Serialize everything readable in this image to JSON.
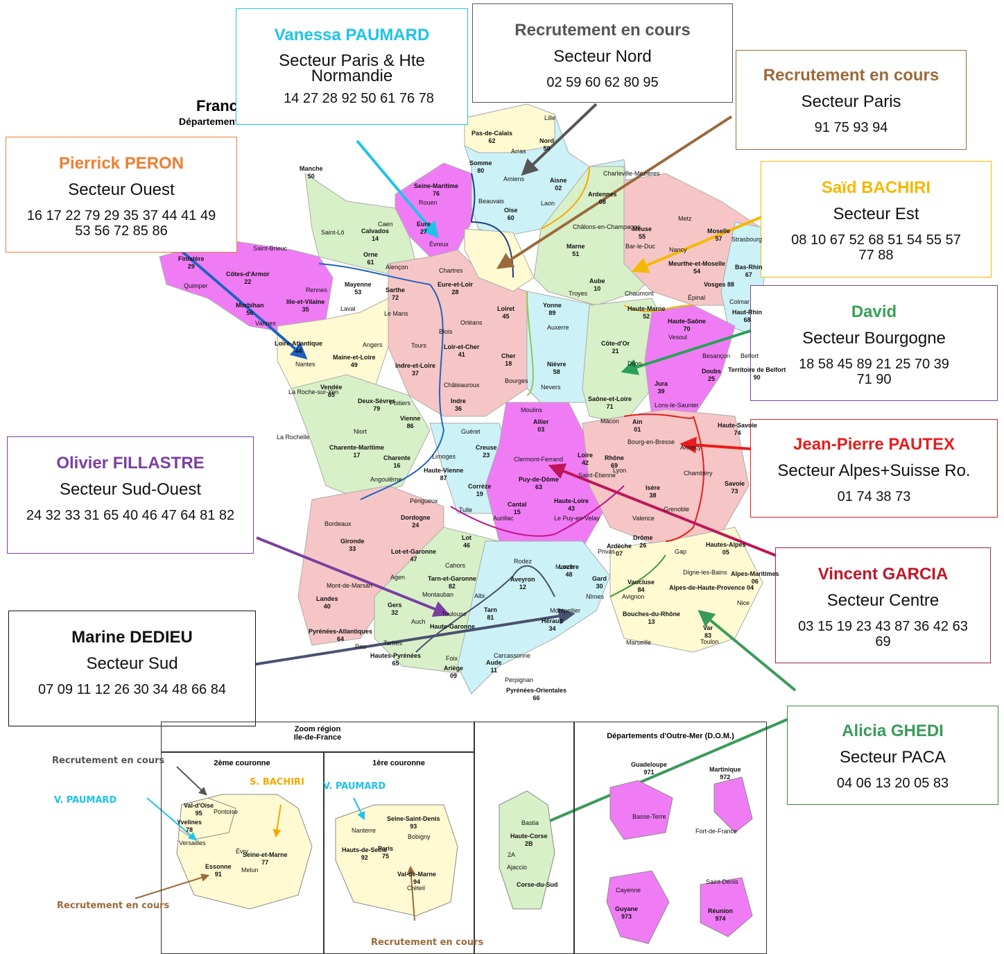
{
  "map_title": "France",
  "map_subtitle": "Départements",
  "boxes": {
    "vanessa": {
      "name": "Vanessa PAUMARD",
      "sector": "Secteur Paris & Hte Normandie",
      "codes": "14 27 28 92 50 61 76 78",
      "color": "#1ec3ea"
    },
    "nord": {
      "name": "Recrutement en cours",
      "sector": "Secteur Nord",
      "codes": "02 59 60 62 80 95",
      "color": "#555555"
    },
    "paris": {
      "name": "Recrutement en cours",
      "sector": "Secteur Paris",
      "codes": "91 75 93 94",
      "color": "#9a6a3c"
    },
    "pierrick": {
      "name": "Pierrick PERON",
      "sector": "Secteur Ouest",
      "codes": "16 17 22 79 29 35 37 44 41 49 53 56 72 85 86",
      "color": "#ef7d31"
    },
    "said": {
      "name": "Saïd BACHIRI",
      "sector": "Secteur Est",
      "codes": "08 10 67 52 68 51 54 55 57 77 88",
      "color": "#f5b800"
    },
    "david": {
      "name": "David",
      "sector": "Secteur Bourgogne",
      "codes": "18 58 45 89 21 25 70 39 71 90",
      "color": "#3aa05a"
    },
    "jp": {
      "name": "Jean-Pierre PAUTEX",
      "sector": "Secteur Alpes+Suisse Ro.",
      "codes": "01 74 38 73",
      "color": "#e81c1c"
    },
    "olivier": {
      "name": "Olivier FILLASTRE",
      "sector": "Secteur Sud-Ouest",
      "codes": "24 32 33 31 65 40 46 47 64 81 82",
      "color": "#7a3fa0"
    },
    "vincent": {
      "name": "Vincent GARCIA",
      "sector": "Secteur Centre",
      "codes": "03 15 19 23 43 87 36 42 63 69",
      "color": "#c0152a"
    },
    "marine": {
      "name": "Marine DEDIEU",
      "sector": "Secteur Sud",
      "codes": "07 09 11 12 26 30 34 48 66 84",
      "color": "#111111"
    },
    "alicia": {
      "name": "Alicia GHEDI",
      "sector": "Secteur PACA",
      "codes": "04 06 13 20 05 83",
      "color": "#3a9a5a"
    }
  },
  "insets": {
    "idf_title": "Zoom région\nIle-de-France",
    "couronne2": "2ème couronne",
    "couronne1": "1ère couronne",
    "dom_title": "Départements d'Outre-Mer (D.O.M.)",
    "annot_recrut1": "Recrutement en cours",
    "annot_vpaumard1": "V. PAUMARD",
    "annot_sbachiri": "S. BACHIRI",
    "annot_vpaumard2": "V. PAUMARD",
    "annot_recrut2": "Recrutement en cours",
    "annot_recrut3": "Recrutement en cours"
  },
  "departments": [
    {
      "label": "Pas-de-Calais\n62"
    },
    {
      "label": "Nord\n59"
    },
    {
      "label": "Somme\n80"
    },
    {
      "label": "Aisne\n02"
    },
    {
      "label": "Ardennes\n08"
    },
    {
      "label": "Oise\n60"
    },
    {
      "label": "Seine-Maritime\n76"
    },
    {
      "label": "Manche\n50"
    },
    {
      "label": "Calvados\n14"
    },
    {
      "label": "Orne\n61"
    },
    {
      "label": "Eure\n27"
    },
    {
      "label": "Marne\n51"
    },
    {
      "label": "Meuse\n55"
    },
    {
      "label": "Moselle\n57"
    },
    {
      "label": "Bas-Rhin\n67"
    },
    {
      "label": "Finistère\n29"
    },
    {
      "label": "Côtes-d'Armor\n22"
    },
    {
      "label": "Ille-et-Vilaine\n35"
    },
    {
      "label": "Morbihan\n56"
    },
    {
      "label": "Mayenne\n53"
    },
    {
      "label": "Sarthe\n72"
    },
    {
      "label": "Eure-et-Loir\n28"
    },
    {
      "label": "Aube\n10"
    },
    {
      "label": "Meurthe-et-Moselle\n54"
    },
    {
      "label": "Vosges 88"
    },
    {
      "label": "Haut-Rhin\n68"
    },
    {
      "label": "Loiret\n45"
    },
    {
      "label": "Yonne\n89"
    },
    {
      "label": "Haute-Marne\n52"
    },
    {
      "label": "Haute-Saône\n70"
    },
    {
      "label": "Loire-Atlantique\n44"
    },
    {
      "label": "Maine-et-Loire\n49"
    },
    {
      "label": "Loir-et-Cher\n41"
    },
    {
      "label": "Cher\n18"
    },
    {
      "label": "Côte-d'Or\n21"
    },
    {
      "label": "Doubs\n25"
    },
    {
      "label": "Indre-et-Loire\n37"
    },
    {
      "label": "Nièvre\n58"
    },
    {
      "label": "Territoire de Belfort\n90"
    },
    {
      "label": "Vendée\n85"
    },
    {
      "label": "Deux-Sèvres\n79"
    },
    {
      "label": "Vienne\n86"
    },
    {
      "label": "Indre\n36"
    },
    {
      "label": "Jura\n39"
    },
    {
      "label": "Saône-et-Loire\n71"
    },
    {
      "label": "Allier\n03"
    },
    {
      "label": "Ain\n01"
    },
    {
      "label": "Haute-Savoie\n74"
    },
    {
      "label": "Charente-Maritime\n17"
    },
    {
      "label": "Charente\n16"
    },
    {
      "label": "Creuse\n23"
    },
    {
      "label": "Haute-Vienne\n87"
    },
    {
      "label": "Loire\n42"
    },
    {
      "label": "Rhône\n69"
    },
    {
      "label": "Puy-de-Dôme\n63"
    },
    {
      "label": "Savoie\n73"
    },
    {
      "label": "Isère\n38"
    },
    {
      "label": "Corrèze\n19"
    },
    {
      "label": "Dordogne\n24"
    },
    {
      "label": "Cantal\n15"
    },
    {
      "label": "Haute-Loire\n43"
    },
    {
      "label": "Gironde\n33"
    },
    {
      "label": "Lot\n46"
    },
    {
      "label": "Ardèche\n07"
    },
    {
      "label": "Drôme\n26"
    },
    {
      "label": "Hautes-Alpes\n05"
    },
    {
      "label": "Lot-et-Garonne\n47"
    },
    {
      "label": "Aveyron\n12"
    },
    {
      "label": "Lozère\n48"
    },
    {
      "label": "Tarn-et-Garonne\n82"
    },
    {
      "label": "Gard\n30"
    },
    {
      "label": "Vaucluse\n84"
    },
    {
      "label": "Alpes-de-Haute-Provence 04"
    },
    {
      "label": "Alpes-Maritimes\n06"
    },
    {
      "label": "Landes\n40"
    },
    {
      "label": "Gers\n32"
    },
    {
      "label": "Tarn\n81"
    },
    {
      "label": "Haute-Garonne"
    },
    {
      "label": "Hérault\n34"
    },
    {
      "label": "Bouches-du-Rhône\n13"
    },
    {
      "label": "Var\n83"
    },
    {
      "label": "Pyrénées-Atlantiques\n64"
    },
    {
      "label": "Hautes-Pyrénées\n65"
    },
    {
      "label": "Ariège\n09"
    },
    {
      "label": "Aude\n11"
    },
    {
      "label": "Pyrénées-Orientales\n66"
    },
    {
      "label": "Haute-Corse\n2B"
    },
    {
      "label": "Corse-du-Sud"
    },
    {
      "label": "Val-d'Oise\n95"
    },
    {
      "label": "Yvelines\n78"
    },
    {
      "label": "Essonne\n91"
    },
    {
      "label": "Seine-et-Marne\n77"
    },
    {
      "label": "Seine-Saint-Denis\n93"
    },
    {
      "label": "Paris\n75"
    },
    {
      "label": "Hauts-de-Seine\n92"
    },
    {
      "label": "Val-de-Marne\n94"
    },
    {
      "label": "Guadeloupe\n971"
    },
    {
      "label": "Martinique\n972"
    },
    {
      "label": "Guyane\n973"
    },
    {
      "label": "Réunion\n974"
    }
  ],
  "cities": [
    "Lille",
    "Arras",
    "Amiens",
    "Laon",
    "Charleville-Mézières",
    "Beauvais",
    "Rouen",
    "Caen",
    "Saint-Lô",
    "Évreux",
    "Châlons-en-Champagne",
    "Bar-le-Duc",
    "Metz",
    "Strasbourg",
    "Nancy",
    "Saint-Brieuc",
    "Quimper",
    "Rennes",
    "Vannes",
    "Alençon",
    "Laval",
    "Le Mans",
    "Chartres",
    "Troyes",
    "Chaumont",
    "Épinal",
    "Colmar",
    "Orléans",
    "Auxerre",
    "Vesoul",
    "Belfort",
    "Blois",
    "Tours",
    "Angers",
    "Nantes",
    "Bourges",
    "Dijon",
    "Besançon",
    "Châteauroux",
    "Nevers",
    "Lons-le-Saunier",
    "La Roche-sur-Yon",
    "Poitiers",
    "Niort",
    "Moulins",
    "Mâcon",
    "Bourg-en-Bresse",
    "Annecy",
    "La Rochelle",
    "Guéret",
    "Limoges",
    "Angoulême",
    "Clermont-Ferrand",
    "Lyon",
    "Saint-Étienne",
    "Chambéry",
    "Grenoble",
    "Tulle",
    "Périgueux",
    "Aurillac",
    "Le Puy-en-Velay",
    "Valence",
    "Privas",
    "Gap",
    "Bordeaux",
    "Cahors",
    "Rodez",
    "Mende",
    "Digne-les-Bains",
    "Agen",
    "Montauban",
    "Albi",
    "Nîmes",
    "Avignon",
    "Nice",
    "Mont-de-Marsan",
    "Toulouse",
    "Auch",
    "Montpellier",
    "Marseille",
    "Toulon",
    "Pau",
    "Tarbes",
    "Foix",
    "Carcassonne",
    "Perpignan",
    "Bastia",
    "Ajaccio",
    "Pontoise",
    "Versailles",
    "Évry",
    "Melun",
    "Nanterre",
    "Bobigny",
    "Créteil",
    "Basse-Terre",
    "Fort-de-France",
    "Cayenne",
    "Saint-Denis",
    "2A"
  ]
}
